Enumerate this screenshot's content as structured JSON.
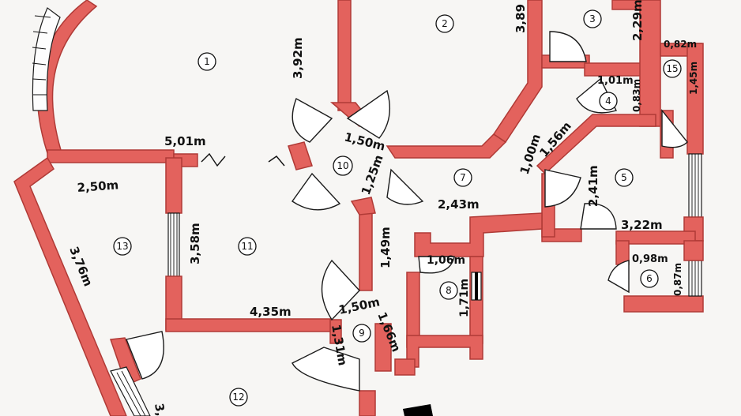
{
  "rooms": [
    "1",
    "2",
    "3",
    "4",
    "5",
    "6",
    "7",
    "8",
    "9",
    "10",
    "11",
    "12",
    "13",
    "15"
  ],
  "dimensions": {
    "d_3_92": "3,92m",
    "d_3_89": "3,89",
    "d_2_29": "2,29m",
    "d_0_82": "0,82m",
    "d_1_45": "1,45m",
    "d_1_01": "1,01m",
    "d_0_83": "0,83m",
    "d_1_56": "1,56m",
    "d_1_00": "1,00m",
    "d_1_50a": "1,50m",
    "d_1_25": "1,25m",
    "d_5_01": "5,01m",
    "d_2_50": "2,50m",
    "d_3_58": "3,58m",
    "d_3_76": "3,76m",
    "d_2_43": "2,43m",
    "d_2_41": "2,41m",
    "d_3_22": "3,22m",
    "d_0_98": "0,98m",
    "d_0_87": "0,87m",
    "d_1_49": "1,49m",
    "d_1_06": "1,06m",
    "d_1_71": "1,71m",
    "d_4_35": "4,35m",
    "d_1_50b": "1,50m",
    "d_1_66": "1,66m",
    "d_1_31": "1,31m",
    "d_3_edge": "3,"
  },
  "colors": {
    "wall": "#e3625d",
    "wall_edge": "#b03a36",
    "paper": "#f7f6f4",
    "ink": "#111111"
  }
}
